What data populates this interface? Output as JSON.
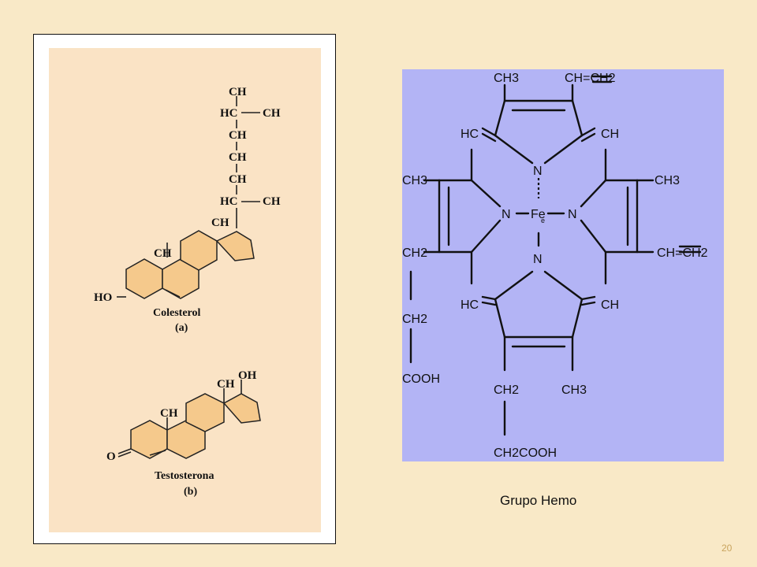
{
  "steroids": {
    "cholesterol": {
      "name": "Colesterol",
      "tag": "(a)",
      "groups": [
        "CH",
        "HC",
        "CH",
        "CH",
        "CH",
        "CH",
        "HC",
        "CH",
        "CH",
        "CH",
        "HO"
      ],
      "subscript": ","
    },
    "testosterone": {
      "name": "Testosterona",
      "tag": "(b)",
      "groups": [
        "OH",
        "CH",
        "CH",
        "O"
      ],
      "subscript": ","
    },
    "ring_fill": "#f5c98c"
  },
  "heme": {
    "caption": "Grupo Hemo",
    "background": "#b3b4f5",
    "center_atom": "Fe",
    "center_sub": "e",
    "labels": {
      "top_left": "CH3",
      "top_right": "CH=CH2",
      "hc_upper_left": "HC",
      "ch_upper_right": "CH",
      "left_upper": "CH3",
      "right_upper": "CH3",
      "left_lower": "CH2",
      "right_lower": "CH=CH2",
      "ch2_chain": "CH2",
      "cooh_left": "COOH",
      "hc_lower_left": "HC",
      "ch_lower_right": "CH",
      "bottom_ch2": "CH2",
      "bottom_ch3": "CH3",
      "bottom_cooh": "CH2COOH",
      "nitrogen": "N"
    }
  },
  "page_number": "20"
}
